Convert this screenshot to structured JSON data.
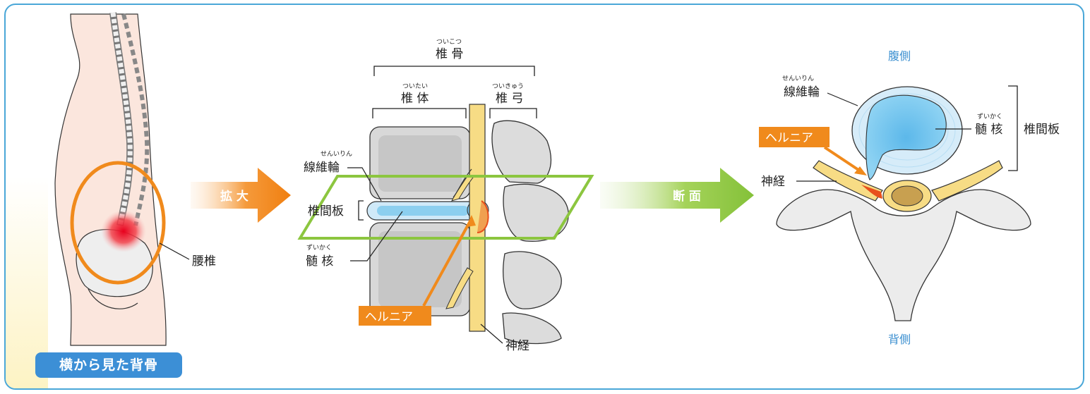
{
  "side_view": {
    "caption": "横から見た背骨",
    "label_lumbar": "腰椎"
  },
  "arrow_zoom": {
    "label": "拡 大"
  },
  "arrow_section": {
    "label": "断 面"
  },
  "middle": {
    "vertebra_ruby": "ついこつ",
    "vertebra": "椎 骨",
    "body_ruby": "ついたい",
    "body": "椎 体",
    "arch_ruby": "ついきゅう",
    "arch": "椎 弓",
    "annulus_ruby": "せんいりん",
    "annulus": "線維輪",
    "disc": "椎間板",
    "nucleus_ruby": "ずいかく",
    "nucleus": "髄 核",
    "hernia": "ヘルニア",
    "nerve": "神経"
  },
  "cross": {
    "ventral": "腹側",
    "dorsal": "背側",
    "annulus_ruby": "せんいりん",
    "annulus": "線維輪",
    "nucleus_ruby": "ずいかく",
    "nucleus": "髄 核",
    "disc": "椎間板",
    "hernia": "ヘルニア",
    "nerve": "神経"
  },
  "colors": {
    "frame": "#4aa7d8",
    "badge": "#3c8fd6",
    "orange": "#f08a1c",
    "green": "#8cc63f",
    "disc_blue": "#74c6ee",
    "nerve_yellow": "#f7dc85"
  }
}
